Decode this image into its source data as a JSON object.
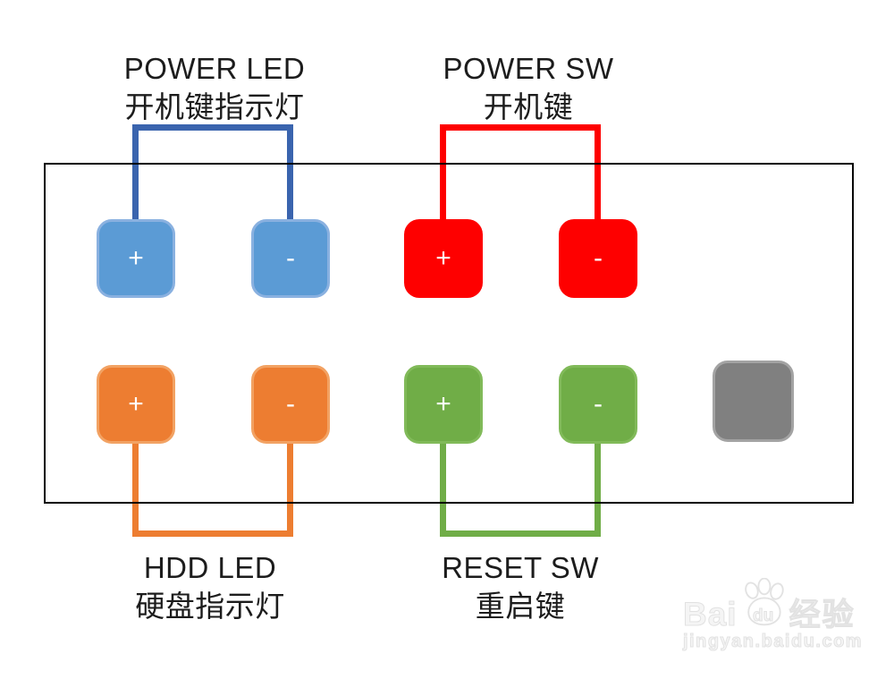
{
  "diagram": {
    "groups": {
      "power_led": {
        "en": "POWER LED",
        "zh": "开机键指示灯"
      },
      "power_sw": {
        "en": "POWER SW",
        "zh": "开机键"
      },
      "hdd_led": {
        "en": "HDD LED",
        "zh": "硬盘指示灯"
      },
      "reset_sw": {
        "en": "RESET SW",
        "zh": "重启键"
      }
    },
    "pins": [
      {
        "group": "power_led",
        "polarity": "+"
      },
      {
        "group": "power_led",
        "polarity": "-"
      },
      {
        "group": "power_sw",
        "polarity": "+"
      },
      {
        "group": "power_sw",
        "polarity": "-"
      },
      {
        "group": "hdd_led",
        "polarity": "+"
      },
      {
        "group": "hdd_led",
        "polarity": "-"
      },
      {
        "group": "reset_sw",
        "polarity": "+"
      },
      {
        "group": "reset_sw",
        "polarity": "-"
      },
      {
        "group": "unused",
        "polarity": ""
      }
    ],
    "colors": {
      "power_led_pin": "#5b9bd5",
      "power_led_line": "#3a64ae",
      "power_sw": "#fe0000",
      "hdd_led": "#ed7d31",
      "reset_sw": "#70ad47",
      "unused_pin": "#808080",
      "panel_border": "#000000",
      "label_text": "#1c1c1c"
    }
  },
  "watermark": {
    "bai": "Bai",
    "du": "du",
    "zh": "经验",
    "url": "jingyan.baidu.com"
  }
}
